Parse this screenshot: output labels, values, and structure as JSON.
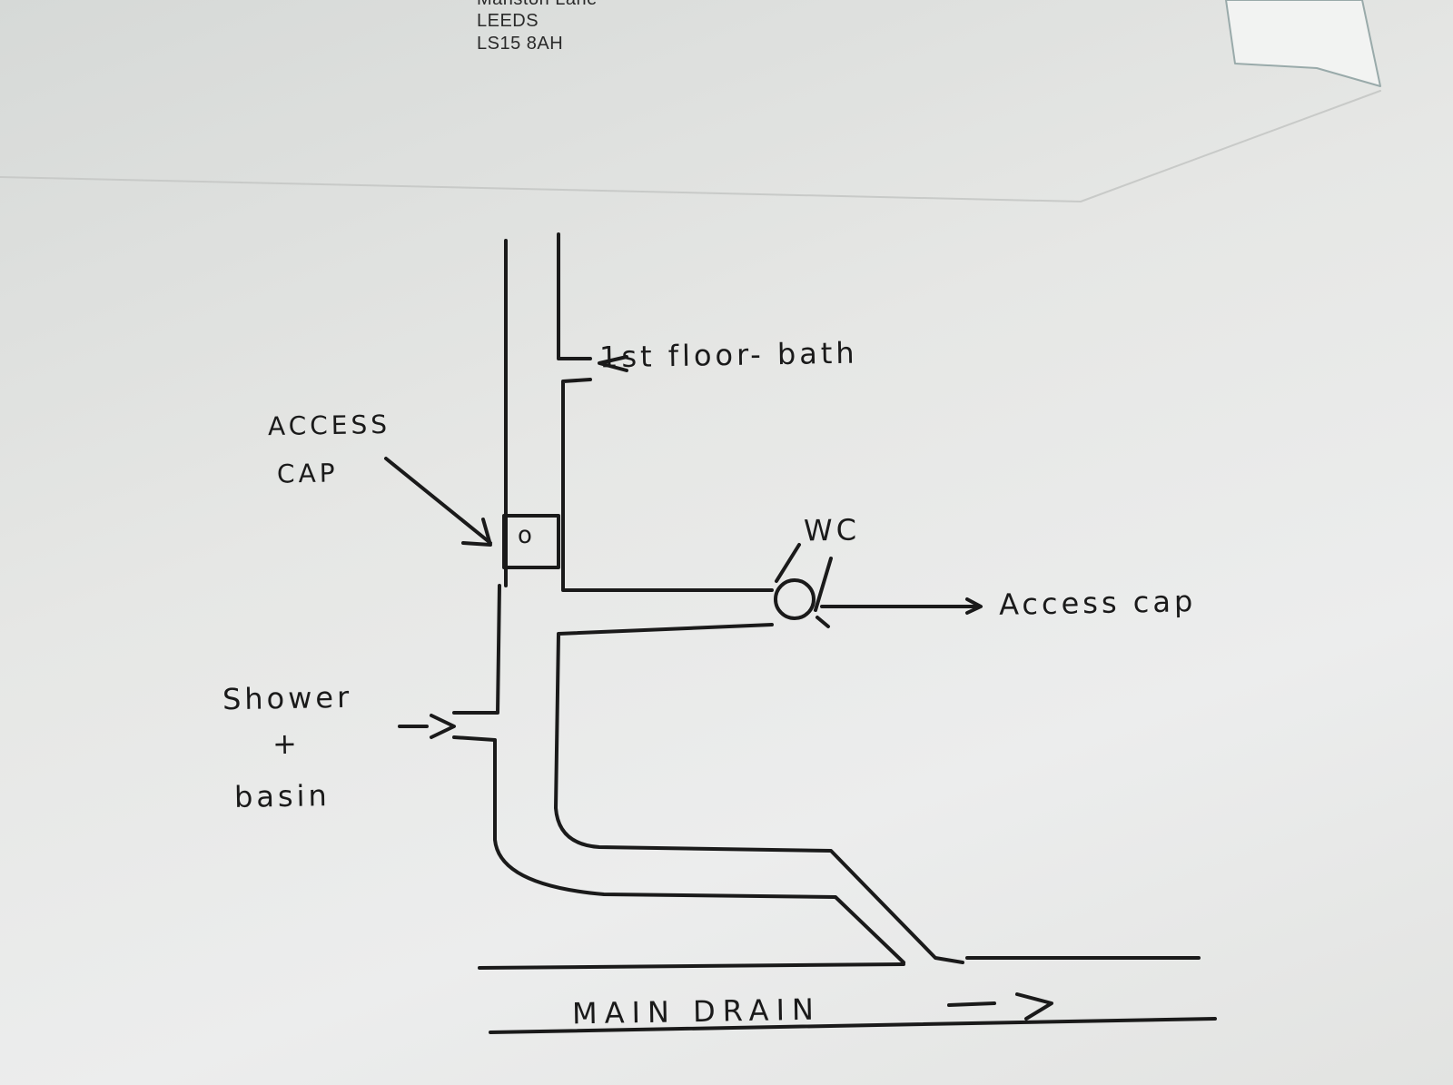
{
  "address": {
    "line1": "Manston Lane",
    "line2": "LEEDS",
    "line3": "LS15 8AH"
  },
  "labels": {
    "bath": "1st floor- bath",
    "access_cap_left_1": "ACCESS",
    "access_cap_left_2": "CAP",
    "access_cap_mark": "o",
    "wc": "WC",
    "access_cap_right": "Access cap",
    "shower_1": "Shower",
    "shower_2": "+",
    "shower_3": "basin",
    "main_drain": "MAIN DRAIN"
  },
  "colors": {
    "ink": "#1a1a1a",
    "paper": "#e6e7e5"
  }
}
